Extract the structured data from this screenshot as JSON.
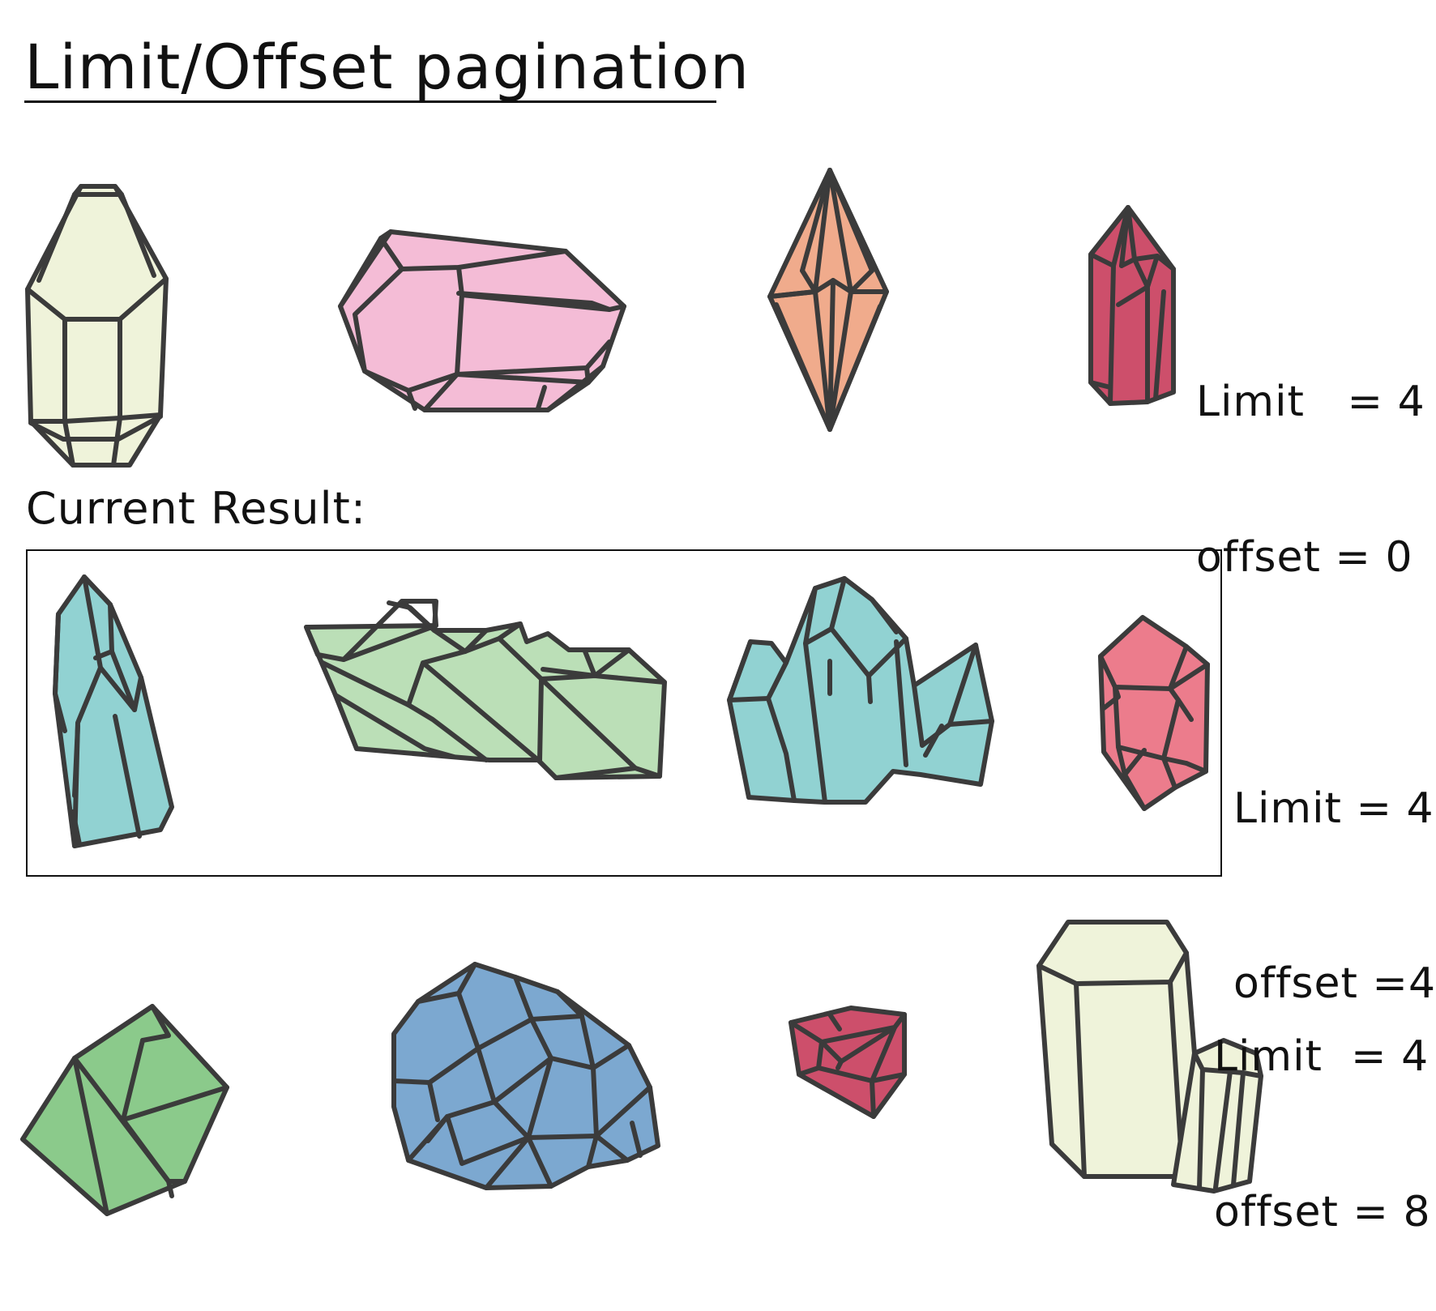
{
  "title": "Limit/Offset pagination",
  "current_result_label": "Current Result:",
  "pages": [
    {
      "limit_line": "Limit   = 4",
      "offset_line": "offset = 0",
      "crystals": [
        {
          "name": "pale-yellow-prism-crystal",
          "color": "#eff3da"
        },
        {
          "name": "pink-elongated-crystal",
          "color": "#f4bcd6"
        },
        {
          "name": "orange-bipyramid-crystal",
          "color": "#f0ab8c"
        },
        {
          "name": "crimson-prism-crystal",
          "color": "#cd4f6b"
        }
      ]
    },
    {
      "limit_line": "Limit = 4",
      "offset_line": "offset =4",
      "current": true,
      "crystals": [
        {
          "name": "teal-shard-crystal",
          "color": "#91d2d2"
        },
        {
          "name": "green-cluster-crystal",
          "color": "#bbdfb7"
        },
        {
          "name": "teal-cluster-crystal",
          "color": "#91d2d2"
        },
        {
          "name": "pink-faceted-crystal",
          "color": "#ec7c8c"
        }
      ]
    },
    {
      "limit_line": "Limit  = 4",
      "offset_line": "offset = 8",
      "crystals": [
        {
          "name": "green-cube-crystal",
          "color": "#8bca8b"
        },
        {
          "name": "blue-geode-crystal",
          "color": "#7ca8d0"
        },
        {
          "name": "red-small-crystal",
          "color": "#cd4f6b"
        },
        {
          "name": "pale-yellow-twin-prism-crystal",
          "color": "#eff3da"
        }
      ]
    }
  ]
}
